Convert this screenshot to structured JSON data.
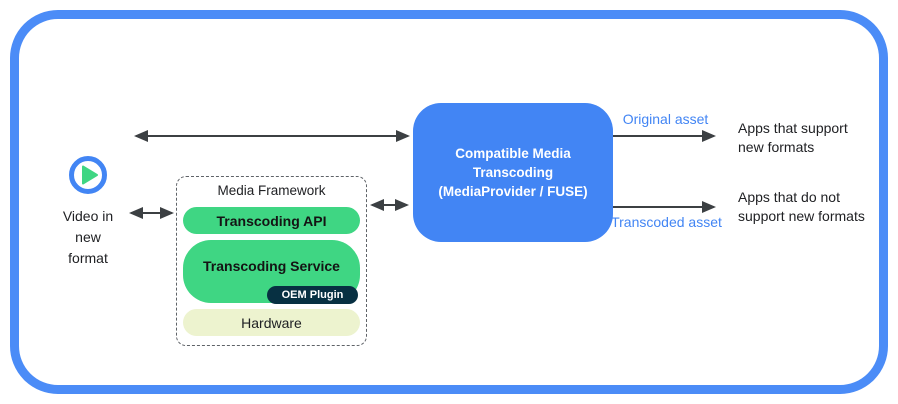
{
  "diagram": {
    "video_source": {
      "lines": [
        "Video in",
        "new",
        "format"
      ]
    },
    "media_framework": {
      "title": "Media Framework",
      "transcoding_api": "Transcoding API",
      "transcoding_service": "Transcoding Service",
      "oem_plugin": "OEM Plugin",
      "hardware": "Hardware"
    },
    "transcoder_box": {
      "lines": [
        "Compatible Media",
        "Transcoding",
        "(MediaProvider / FUSE)"
      ]
    },
    "original_asset_label": "Original asset",
    "transcoded_asset_label": "Transcoded asset",
    "apps_support": {
      "lines": [
        "Apps that support",
        "new formats"
      ]
    },
    "apps_no_support": {
      "lines": [
        "Apps that do not",
        "support new formats"
      ]
    },
    "icons": {
      "play_icon": "play-icon",
      "double_arrow": "double-arrow-icon",
      "single_arrow": "right-arrow-icon"
    },
    "colors": {
      "frame_border": "#4b8cf7",
      "primary_blue": "#4285f4",
      "pill_green": "#3fd683",
      "oem_navy": "#073042",
      "hardware_fill": "#edf3cf",
      "arrow_gray": "#3c4043",
      "asset_label_blue": "#4285f4",
      "text_dark": "#202124"
    }
  }
}
